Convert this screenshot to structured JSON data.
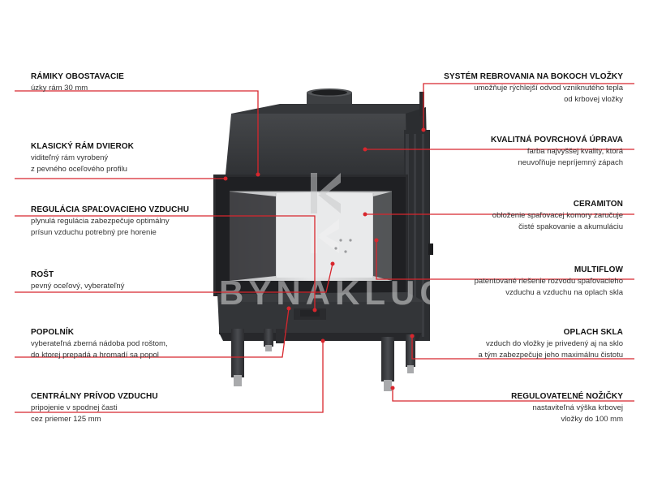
{
  "watermark": {
    "text": "BYNAKLUC"
  },
  "colors": {
    "accent": "#d8262d",
    "body": "#3a3c3f",
    "body_dark": "#2a2b2e",
    "glass": "#d6d7d8"
  },
  "labels": [
    {
      "id": "ramiky",
      "title": "RÁMIKY OBOSTAVACIE",
      "desc": [
        "úzky rám 30 mm"
      ]
    },
    {
      "id": "ram-dvierok",
      "title": "KLASICKÝ RÁM DVIEROK",
      "desc": [
        "viditeľný rám vyrobený",
        "z pevného oceľového profilu"
      ]
    },
    {
      "id": "regulacia",
      "title": "REGULÁCIA SPAĽOVACIEHO VZDUCHU",
      "desc": [
        "plynulá regulácia zabezpečuje optimálny",
        "prísun vzduchu potrebný pre horenie"
      ]
    },
    {
      "id": "rost",
      "title": "ROŠT",
      "desc": [
        "pevný oceľový, vyberateľný"
      ]
    },
    {
      "id": "popolnik",
      "title": "POPOLNÍK",
      "desc": [
        "vyberateľná zberná nádoba pod roštom,",
        "do ktorej prepadá a hromadí sa popol"
      ]
    },
    {
      "id": "privod",
      "title": "CENTRÁLNY PRÍVOD VZDUCHU",
      "desc": [
        "pripojenie v spodnej časti",
        "cez priemer 125 mm"
      ]
    },
    {
      "id": "rebrovanie",
      "title": "SYSTÉM REBROVANIA NA BOKOCH VLOŽKY",
      "desc": [
        "umožňuje rýchlejší odvod vzniknutého tepla",
        "od krbovej vložky"
      ]
    },
    {
      "id": "povrch",
      "title": "KVALITNÁ POVRCHOVÁ ÚPRAVA",
      "desc": [
        "farba najvyššej kvality, ktorá",
        "neuvoľňuje nepríjemný zápach"
      ]
    },
    {
      "id": "ceramiton",
      "title": "CERAMITON",
      "desc": [
        "obloženie spaľovacej komory zaručuje",
        "čisté spakovanie a akumuláciu"
      ]
    },
    {
      "id": "multiflow",
      "title": "MULTIFLOW",
      "desc": [
        "patentované riešenie rozvodu spaľovacieho",
        "vzduchu a vzduchu na oplach skla"
      ]
    },
    {
      "id": "oplach",
      "title": "OPLACH SKLA",
      "desc": [
        "vzduch do vložky je privedený aj na sklo",
        "a tým zabezpečuje jeho maximálnu čistotu"
      ]
    },
    {
      "id": "nozicky",
      "title": "REGULOVATEĽNÉ NOŽIČKY",
      "desc": [
        "nastaviteľná výška krbovej",
        "vložky do 100 mm"
      ]
    }
  ]
}
